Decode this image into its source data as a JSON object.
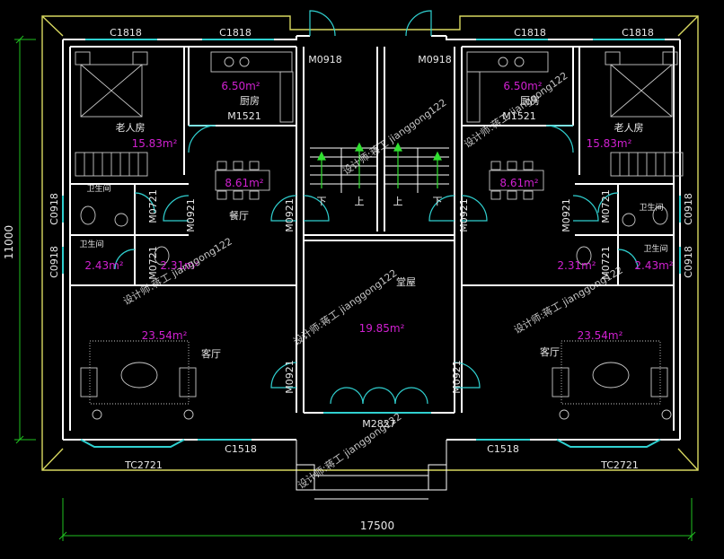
{
  "colors": {
    "background": "#000000",
    "outer_outline": "#d8d860",
    "walls": "#ffffff",
    "window": "#30d0d0",
    "door": "#30d0d0",
    "stair_arrow": "#30e030",
    "area_text": "#d020d0",
    "dimension": "#20c020",
    "furniture": "#c8c8c8"
  },
  "dimensions": {
    "total_width": "17500",
    "total_depth": "11000"
  },
  "windows": {
    "top_left_1": "C1818",
    "top_left_2": "C1818",
    "top_right_1": "C1818",
    "top_right_2": "C1818",
    "left_upper": "C0918",
    "left_lower": "C0918",
    "right_upper": "C0918",
    "right_lower": "C0918",
    "bottom_left_c": "C1518",
    "bottom_right_c": "C1518",
    "bay_left": "TC2721",
    "bay_right": "TC2721"
  },
  "doors": {
    "top_left": "M0918",
    "top_right": "M0918",
    "kitchen_left": "M1521",
    "kitchen_right": "M1521",
    "bath_left_v1": "M0721",
    "bath_left_v2": "M0721",
    "bath_right_v1": "M0721",
    "bath_right_v2": "M0721",
    "m0921_l1": "M0921",
    "m0921_l2": "M0921",
    "m0921_l3": "M0921",
    "m0921_r1": "M0921",
    "m0921_r2": "M0921",
    "m0921_r3": "M0921",
    "main": "M2827"
  },
  "rooms": {
    "elder_left": "老人房",
    "elder_right": "老人房",
    "kitchen_left": "厨房",
    "kitchen_right": "厨房",
    "dining_left": "餐厅",
    "bath_left_1": "卫生间",
    "bath_left_2": "卫生间",
    "bath_right_1": "卫生间",
    "bath_right_2": "卫生间",
    "hall": "堂屋",
    "living_left": "客厅",
    "living_right": "客厅"
  },
  "areas": {
    "kitchen_left": "6.50m²",
    "kitchen_right": "6.50m²",
    "elder_left": "15.83m²",
    "elder_right": "15.83m²",
    "dining_left": "8.61m²",
    "dining_right": "8.61m²",
    "bath_left_1": "2.43m²",
    "bath_left_2": "2.31m²",
    "bath_right_1": "2.31m²",
    "bath_right_2": "2.43m²",
    "living_left": "23.54m²",
    "living_right": "23.54m²",
    "hall": "19.85m²"
  },
  "stairs": {
    "down_left": "下",
    "up_left": "上",
    "up_right": "上",
    "down_right": "下"
  },
  "watermarks": [
    "设计师:蒋工 jianggong122",
    "设计师:蒋工 jianggong122",
    "设计师:蒋工 jianggong122",
    "设计师:蒋工 jianggong122",
    "设计师:蒋工 jianggong122",
    "设计师:蒋工 jianggong122"
  ]
}
